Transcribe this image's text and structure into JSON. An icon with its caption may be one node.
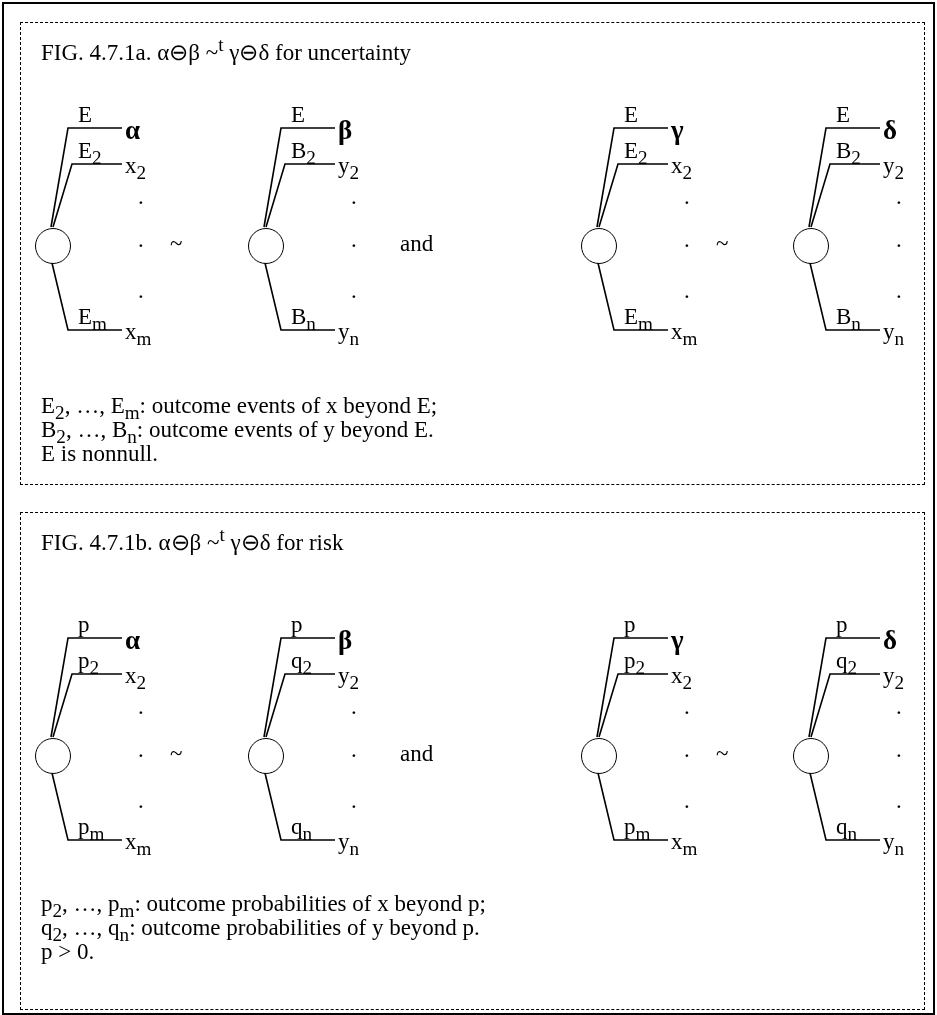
{
  "diagram": {
    "nodes": [
      {
        "text": [
          "FIG. 4.7.1a. α⊖β ~$^{t}$ γ⊖δ for uncertainty",
          "E$_{2}$, …, E$_{m}$: outcome events of x beyond E;",
          "B$_{2}$, …, B$_{n}$: outcome events of y beyond E.",
          "E is nonnull."
        ]
      },
      {
        "text": [],
        "shape": "circle",
        "in": 0
      },
      {
        "text": [
          "α"
        ],
        "in": 0
      },
      {
        "text": [
          "x$_{2}$"
        ],
        "in": 0
      },
      {
        "text": [
          "x$_{m}$"
        ],
        "in": 0
      },
      {
        "text": [],
        "shape": "circle",
        "in": 0
      },
      {
        "text": [
          "β"
        ],
        "in": 0
      },
      {
        "text": [
          "y$_{2}$"
        ],
        "in": 0
      },
      {
        "text": [
          "y$_{n}$"
        ],
        "in": 0
      },
      {
        "text": [],
        "shape": "circle",
        "in": 0
      },
      {
        "text": [
          "γ"
        ],
        "in": 0
      },
      {
        "text": [
          "x$_{2}$"
        ],
        "in": 0
      },
      {
        "text": [
          "x$_{m}$"
        ],
        "in": 0
      },
      {
        "text": [],
        "shape": "circle",
        "in": 0
      },
      {
        "text": [
          "δ"
        ],
        "in": 0
      },
      {
        "text": [
          "y$_{2}$"
        ],
        "in": 0
      },
      {
        "text": [
          "y$_{n}$"
        ],
        "in": 0
      },
      {
        "text": [
          "FIG. 4.7.1b. α⊖β ~$^{t}$ γ⊖δ for risk",
          "p$_{2}$, …, p$_{m}$: outcome probabilities of x beyond p;",
          "q$_{2}$, …, q$_{n}$: outcome probabilities of y beyond p.",
          "p > 0."
        ]
      },
      {
        "text": [],
        "shape": "circle",
        "in": 17
      },
      {
        "text": [
          "α"
        ],
        "in": 17
      },
      {
        "text": [
          "x$_{2}$"
        ],
        "in": 17
      },
      {
        "text": [
          "x$_{m}$"
        ],
        "in": 17
      },
      {
        "text": [],
        "shape": "circle",
        "in": 17
      },
      {
        "text": [
          "β"
        ],
        "in": 17
      },
      {
        "text": [
          "y$_{2}$"
        ],
        "in": 17
      },
      {
        "text": [
          "y$_{n}$"
        ],
        "in": 17
      },
      {
        "text": [],
        "shape": "circle",
        "in": 17
      },
      {
        "text": [
          "γ"
        ],
        "in": 17
      },
      {
        "text": [
          "x$_{2}$"
        ],
        "in": 17
      },
      {
        "text": [
          "x$_{m}$"
        ],
        "in": 17
      },
      {
        "text": [],
        "shape": "circle",
        "in": 17
      },
      {
        "text": [
          "δ"
        ],
        "in": 17
      },
      {
        "text": [
          "y$_{2}$"
        ],
        "in": 17
      },
      {
        "text": [
          "y$_{n}$"
        ],
        "in": 17
      }
    ],
    "edges": [
      {
        "from": 1,
        "to": 2,
        "arrow": "none",
        "label": "E"
      },
      {
        "from": 1,
        "to": 3,
        "arrow": "none",
        "label": "E$_{2}$"
      },
      {
        "from": 1,
        "to": 4,
        "arrow": "none",
        "label": "E$_{m}$"
      },
      {
        "from": 5,
        "to": 6,
        "arrow": "none",
        "label": "E"
      },
      {
        "from": 5,
        "to": 7,
        "arrow": "none",
        "label": "B$_{2}$"
      },
      {
        "from": 5,
        "to": 8,
        "arrow": "none",
        "label": "B$_{n}$"
      },
      {
        "from": 9,
        "to": 10,
        "arrow": "none",
        "label": "E"
      },
      {
        "from": 9,
        "to": 11,
        "arrow": "none",
        "label": "E$_{2}$"
      },
      {
        "from": 9,
        "to": 12,
        "arrow": "none",
        "label": "E$_{m}$"
      },
      {
        "from": 13,
        "to": 14,
        "arrow": "none",
        "label": "E"
      },
      {
        "from": 13,
        "to": 15,
        "arrow": "none",
        "label": "B$_{2}$"
      },
      {
        "from": 13,
        "to": 16,
        "arrow": "none",
        "label": "B$_{n}$"
      },
      {
        "from": 18,
        "to": 19,
        "arrow": "none",
        "label": "p"
      },
      {
        "from": 18,
        "to": 20,
        "arrow": "none",
        "label": "p$_{2}$"
      },
      {
        "from": 18,
        "to": 21,
        "arrow": "none",
        "label": "p$_{m}$"
      },
      {
        "from": 22,
        "to": 23,
        "arrow": "none",
        "label": "p"
      },
      {
        "from": 22,
        "to": 24,
        "arrow": "none",
        "label": "q$_{2}$"
      },
      {
        "from": 22,
        "to": 25,
        "arrow": "none",
        "label": "q$_{n}$"
      },
      {
        "from": 26,
        "to": 27,
        "arrow": "none",
        "label": "p"
      },
      {
        "from": 26,
        "to": 28,
        "arrow": "none",
        "label": "p$_{2}$"
      },
      {
        "from": 26,
        "to": 29,
        "arrow": "none",
        "label": "p$_{m}$"
      },
      {
        "from": 30,
        "to": 31,
        "arrow": "none",
        "label": "p"
      },
      {
        "from": 30,
        "to": 32,
        "arrow": "none",
        "label": "q$_{2}$"
      },
      {
        "from": 30,
        "to": 33,
        "arrow": "none",
        "label": "q$_{n}$"
      }
    ],
    "labels": [
      ".",
      ".",
      ".",
      "~",
      ".",
      ".",
      ".",
      "and",
      ".",
      ".",
      ".",
      "~",
      ".",
      ".",
      ".",
      ".",
      ".",
      ".",
      "~",
      ".",
      ".",
      ".",
      "and",
      ".",
      ".",
      ".",
      "~",
      ".",
      ".",
      "."
    ]
  }
}
